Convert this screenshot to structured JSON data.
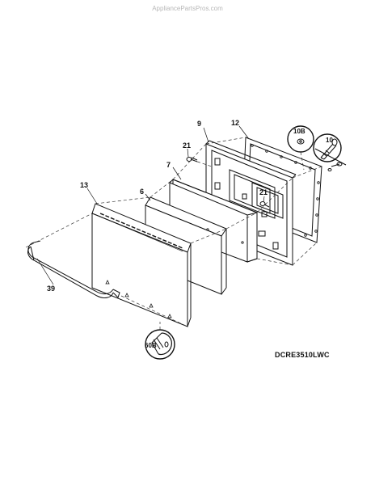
{
  "watermark": "AppliancePartsPros.com",
  "model_number": "DCRE3510LWC",
  "part_labels": {
    "p9": "9",
    "p12": "12",
    "p10B": "10B",
    "p10": "10",
    "p21a": "21",
    "p21b": "21",
    "p7": "7",
    "p6": "6",
    "p13": "13",
    "p39": "39",
    "p60B": "60B"
  }
}
